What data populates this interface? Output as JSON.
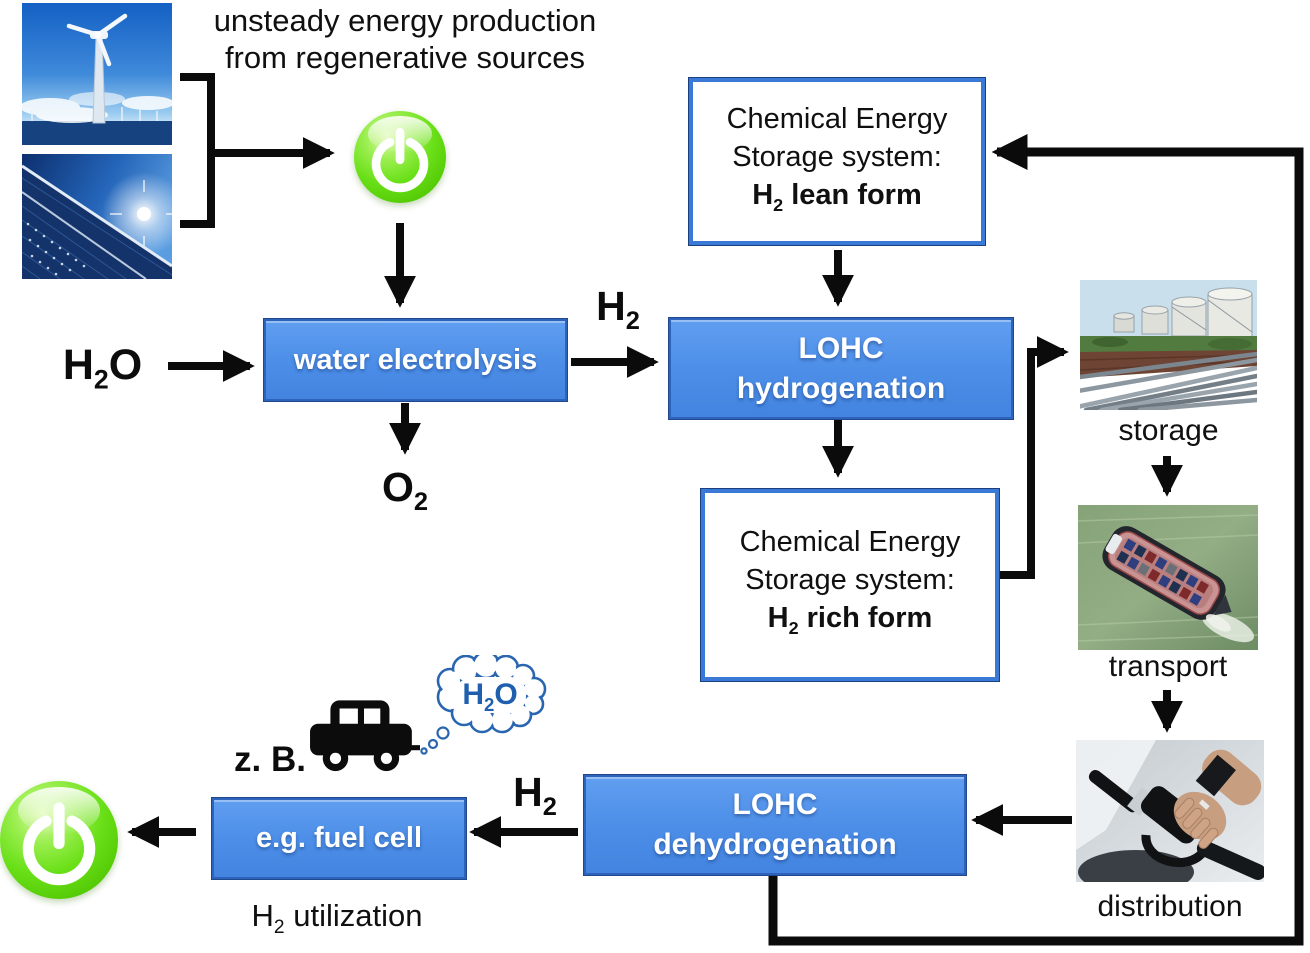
{
  "figure": {
    "caption_line1": "unsteady energy production",
    "caption_line2": "from regenerative sources"
  },
  "boxes": {
    "water_electrolysis": "water electrolysis",
    "lohc_hydrogenation": {
      "line1": "LOHC",
      "line2": "hydrogenation"
    },
    "lohc_dehydrogenation": {
      "line1": "LOHC",
      "line2": "dehydrogenation"
    },
    "fuel_cell": "e.g. fuel cell",
    "ces_lean": {
      "line1": "Chemical Energy",
      "line2": "Storage system:",
      "formula_pre": "H",
      "formula_sub": "2",
      "formula_post": " lean form"
    },
    "ces_rich": {
      "line1": "Chemical Energy",
      "line2": "Storage system:",
      "formula_pre": "H",
      "formula_sub": "2",
      "formula_post": " rich form"
    }
  },
  "labels": {
    "h2o_input": {
      "pre": "H",
      "sub": "2",
      "post": "O"
    },
    "h2_top": {
      "pre": "H",
      "sub": "2",
      "post": ""
    },
    "o2": {
      "pre": "O",
      "sub": "2",
      "post": ""
    },
    "h2_bottom": {
      "pre": "H",
      "sub": "2",
      "post": ""
    },
    "h2_utilization": {
      "pre": "H",
      "sub": "2",
      "post": " utilization"
    },
    "zb": "z. B.",
    "cloud_h2o": {
      "pre": "H",
      "sub": "2",
      "post": "O"
    },
    "storage": "storage",
    "transport": "transport",
    "distribution": "distribution"
  },
  "photos": {
    "wind": "wind turbines",
    "solar": "solar panels",
    "storage": "tank farm",
    "transport": "barge",
    "distribution": "fuel nozzle"
  },
  "colors": {
    "process_box_fill": "#4B8DE7",
    "process_box_border": "#2D63BB",
    "storage_box_border": "#3A7AD6",
    "arrow_black": "#0B0B0B",
    "power_green": "#55CB07",
    "cloud_outline_blue": "#2A66B0",
    "cloud_text_blue": "#1F5FAE"
  }
}
